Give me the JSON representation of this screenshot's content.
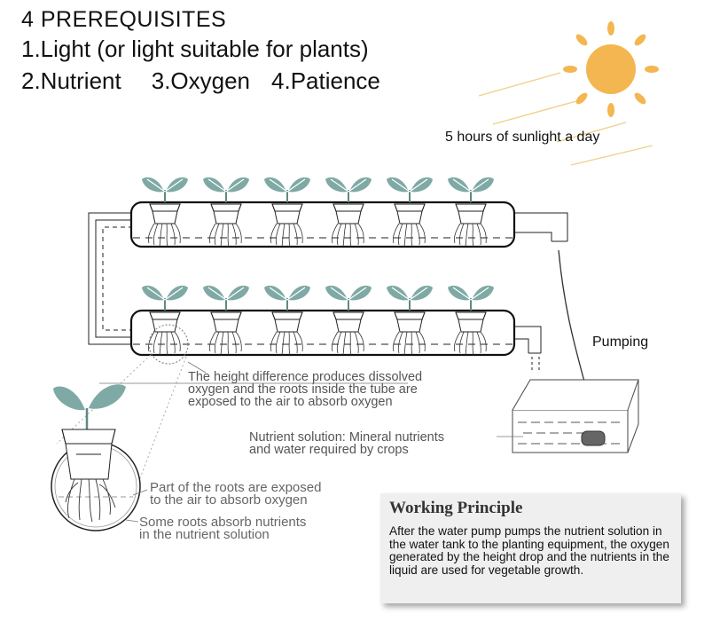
{
  "heading": {
    "title": "4 PREREQUISITES",
    "line1": "1.Light (or light suitable for plants)",
    "item2": "2.Nutrient",
    "item3": "3.Oxygen",
    "item4": "4.Patience"
  },
  "labels": {
    "sunlight": "5 hours of sunlight a day",
    "pumping": "Pumping",
    "height_line1": "The height difference produces dissolved",
    "height_line2": "oxygen and the roots inside the tube are",
    "height_line3": "exposed to the air to absorb oxygen",
    "nutrient_line1": "Nutrient solution: Mineral nutrients",
    "nutrient_line2": "and water required by crops",
    "roots_air_line1": "Part of the roots are exposed",
    "roots_air_line2": "to the air to absorb oxygen",
    "roots_nutrient_line1": "Some roots absorb nutrients",
    "roots_nutrient_line2": "in the nutrient solution"
  },
  "working_principle": {
    "title": "Working Principle",
    "body": "After the water pump pumps the nutrient solution in the water tank to the planting equipment, the oxygen generated by the height drop and the nutrients in the liquid are used for vegetable growth."
  },
  "colors": {
    "sun": "#f3b650",
    "leaf": "#7fa9a4",
    "pipe": "#111111",
    "tank": "#777777"
  },
  "icons": {
    "sun": "sun-icon",
    "plant": "plant-sprout-icon",
    "pump": "water-pump-icon"
  }
}
